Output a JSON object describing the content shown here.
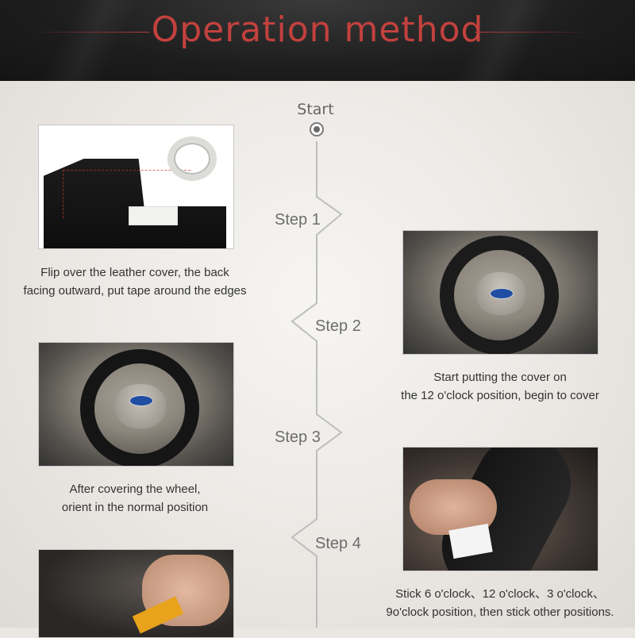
{
  "header": {
    "title": "Operation method"
  },
  "timeline": {
    "start_label": "Start"
  },
  "steps": [
    {
      "label": "Step 1",
      "caption": [
        "Flip over the leather cover, the back",
        "facing outward, put tape around the edges"
      ]
    },
    {
      "label": "Step 2",
      "caption": [
        "Start putting the cover on",
        "the 12 o'clock position, begin to cover"
      ]
    },
    {
      "label": "Step 3",
      "caption": [
        "After covering the wheel,",
        "orient in the normal position"
      ]
    },
    {
      "label": "Step 4",
      "caption": [
        "Stick 6 o'clock、12 o'clock、3 o'clock、",
        "9o'clock position, then stick other positions."
      ]
    }
  ],
  "colors": {
    "title_red": "#c2413e",
    "header_bg": "#1d1d1d",
    "page_bg": "#eae7e3",
    "step_text": "#6d6d6d"
  }
}
